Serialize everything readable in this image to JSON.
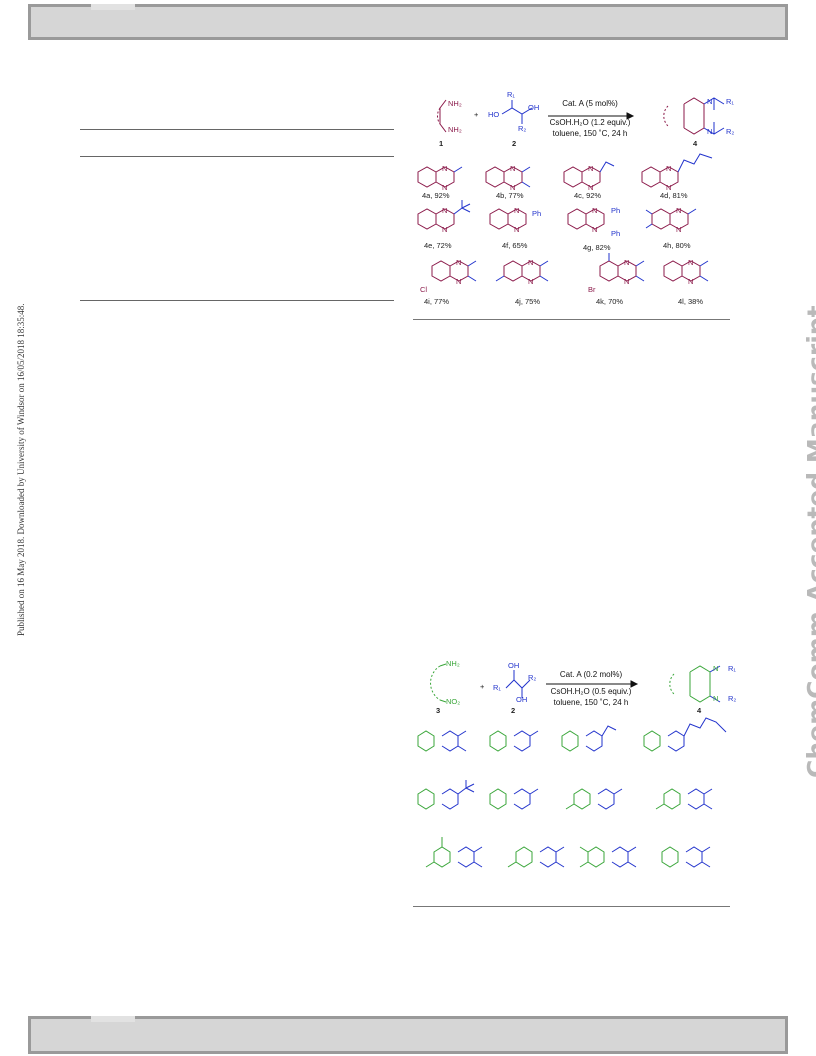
{
  "side_note": "Published on 16 May 2018. Downloaded by University of Windsor on 16/05/2018 18:35:48.",
  "watermark": "ChemComm Accepted Manuscript",
  "scheme_top": {
    "reactant_1_label": "1",
    "reactant_1_groups": [
      "NH₂",
      "NH₂"
    ],
    "plus": "+",
    "reactant_2_label": "2",
    "reactant_2_groups": [
      "R₁",
      "OH",
      "HO",
      "R₂"
    ],
    "conditions": [
      "Cat. A (5 mol%)",
      "CsOH.H₂O (1.2 equiv.)",
      "toluene, 150 ˚C, 24 h"
    ],
    "product_label": "4",
    "product_groups": [
      "N",
      "R₁",
      "N",
      "R₂"
    ],
    "products": [
      {
        "label": "4a, 92%"
      },
      {
        "label": "4b, 77%"
      },
      {
        "label": "4c, 92%"
      },
      {
        "label": "4d, 81%"
      },
      {
        "label": "4e, 72%"
      },
      {
        "label": "4f, 65%",
        "sub": "Ph"
      },
      {
        "label": "4g, 82%",
        "subs": [
          "Ph",
          "Ph"
        ]
      },
      {
        "label": "4h, 80%"
      },
      {
        "label": "4i, 77%",
        "sub": "Cl"
      },
      {
        "label": "4j, 75%"
      },
      {
        "label": "4k, 70%",
        "sub": "Br"
      },
      {
        "label": "4l, 38%"
      }
    ],
    "atom_N": "N"
  },
  "scheme_bottom": {
    "reactant_3_label": "3",
    "reactant_3_groups": [
      "NH₂",
      "NO₂"
    ],
    "plus": "+",
    "reactant_2_label": "2",
    "reactant_2_groups": [
      "OH",
      "R₁",
      "R₂",
      "OH"
    ],
    "conditions": [
      "Cat. A (0.2 mol%)",
      "CsOH.H₂O (0.5 equiv.)",
      "toluene, 150 ˚C, 24 h"
    ],
    "product_label": "4",
    "product_groups": [
      "N",
      "R₁",
      "N",
      "R₂"
    ]
  },
  "colors": {
    "maroon": "#8b1a4a",
    "blue": "#2233cc",
    "green": "#3aa63a",
    "watermark": "#b9b9b9",
    "bar": "#d6d6d6"
  }
}
